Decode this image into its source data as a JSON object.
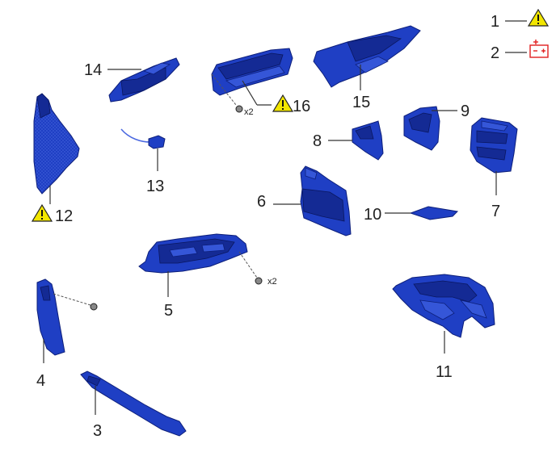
{
  "legend": {
    "items": [
      {
        "number": "1",
        "icon": "warning-icon"
      },
      {
        "number": "2",
        "icon": "battery-icon",
        "color": "#e02020"
      }
    ]
  },
  "callouts": {
    "c1": "1",
    "c2": "2",
    "c3": "3",
    "c4": "4",
    "c5": "5",
    "c6": "6",
    "c7": "7",
    "c8": "8",
    "c9": "9",
    "c10": "10",
    "c11": "11",
    "c12": "12",
    "c13": "13",
    "c14": "14",
    "c15": "15",
    "c16": "16"
  },
  "quantities": {
    "q16": "x2",
    "q5": "x2"
  },
  "colors": {
    "part": "#1f3fc4",
    "warning": "#f2e600",
    "battery": "#e02020"
  }
}
